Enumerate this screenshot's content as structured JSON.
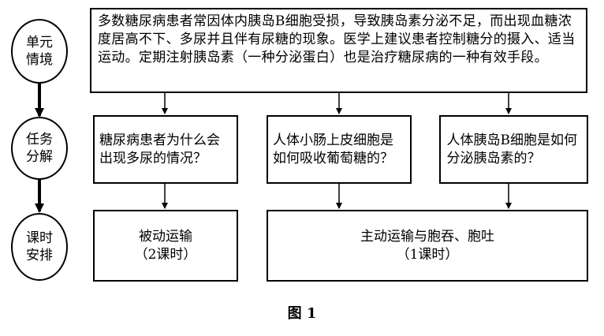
{
  "rows": [
    {
      "label": "单元情境",
      "boxes": [
        {
          "text": "多数糖尿病患者常因体内胰岛B细胞受损，导致胰岛素分泌不足，而出现血糖浓度居高不下、多尿并且伴有尿糖的现象。医学上建议患者控制糖分的摄入、适当运动。定期注射胰岛素（一种分泌蛋白）也是治疗糖尿病的一种有效手段。"
        }
      ]
    },
    {
      "label": "任务分解",
      "boxes": [
        {
          "text": "糖尿病患者为什么会出现多尿的情况？"
        },
        {
          "text": "人体小肠上皮细胞是如何吸收葡萄糖的？"
        },
        {
          "text": "人体胰岛B细胞是如何分泌胰岛素的？"
        }
      ]
    },
    {
      "label": "课时安排",
      "boxes": [
        {
          "title": "被动运输",
          "sub": "（2课时）"
        },
        {
          "title": "主动运输与胞吞、胞吐",
          "sub": "（1课时）"
        }
      ]
    }
  ],
  "caption": "图 1"
}
